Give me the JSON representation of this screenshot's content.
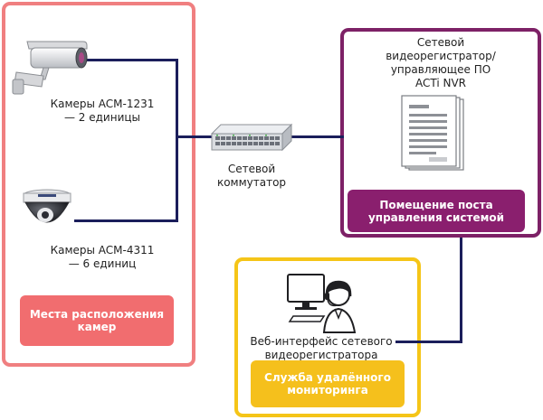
{
  "zones": {
    "cameras": {
      "label": [
        "Места расположения",
        "камер"
      ],
      "color": "#f07f80"
    },
    "control": {
      "label": [
        "Помещение поста",
        "управления системой"
      ],
      "color": "#7d2166"
    },
    "remote": {
      "label": [
        "Служба удалённого",
        "мониторинга"
      ],
      "color": "#f5c518"
    }
  },
  "nodes": {
    "bullet_cameras": {
      "caption": [
        "Камеры ACM-1231",
        "— 2 единицы"
      ],
      "icon": "bullet-camera-icon"
    },
    "dome_cameras": {
      "caption": [
        "Камеры ACM-4311",
        "— 6 единиц"
      ],
      "icon": "dome-camera-icon"
    },
    "switch": {
      "caption": [
        "Сетевой",
        "коммутатор"
      ],
      "icon": "network-switch-icon"
    },
    "nvr": {
      "caption": [
        "Сетевой",
        "видеорегистратор/",
        "управляющее ПО",
        "ACTi NVR"
      ],
      "icon": "document-stack-icon"
    },
    "web": {
      "caption": [
        "Веб-интерфейс сетевого",
        "видеорегистратора"
      ],
      "icon": "operator-headset-icon"
    }
  },
  "colors": {
    "connector": "#1b1e5b"
  }
}
